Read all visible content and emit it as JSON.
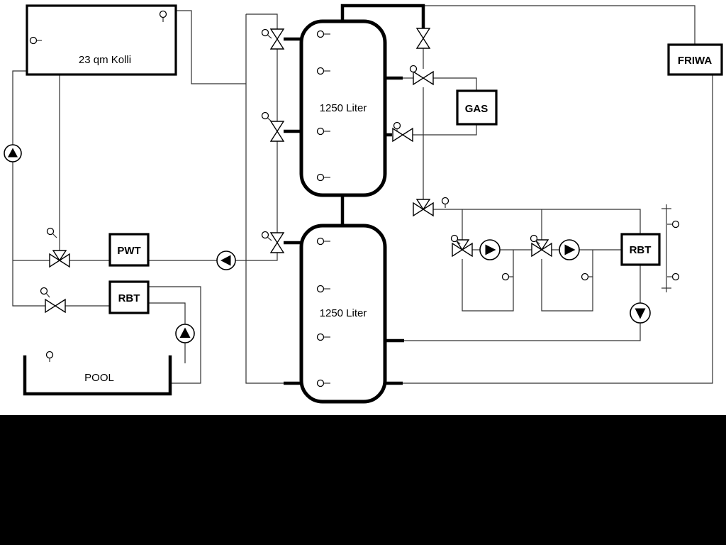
{
  "diagram": {
    "collector": {
      "label": "23 qm Kolli"
    },
    "buffer_tank_top": {
      "label": "1250 Liter"
    },
    "buffer_tank_bottom": {
      "label": "1250 Liter"
    },
    "pwt": {
      "label": "PWT"
    },
    "rbt_pool": {
      "label": "RBT"
    },
    "rbt_dhw": {
      "label": "RBT"
    },
    "gas_boiler": {
      "label": "GAS"
    },
    "friwa": {
      "label": "FRIWA"
    },
    "pool": {
      "label": "POOL"
    }
  },
  "colors": {
    "background": "#ffffff",
    "line": "#000000",
    "letterbox": "#000000"
  }
}
